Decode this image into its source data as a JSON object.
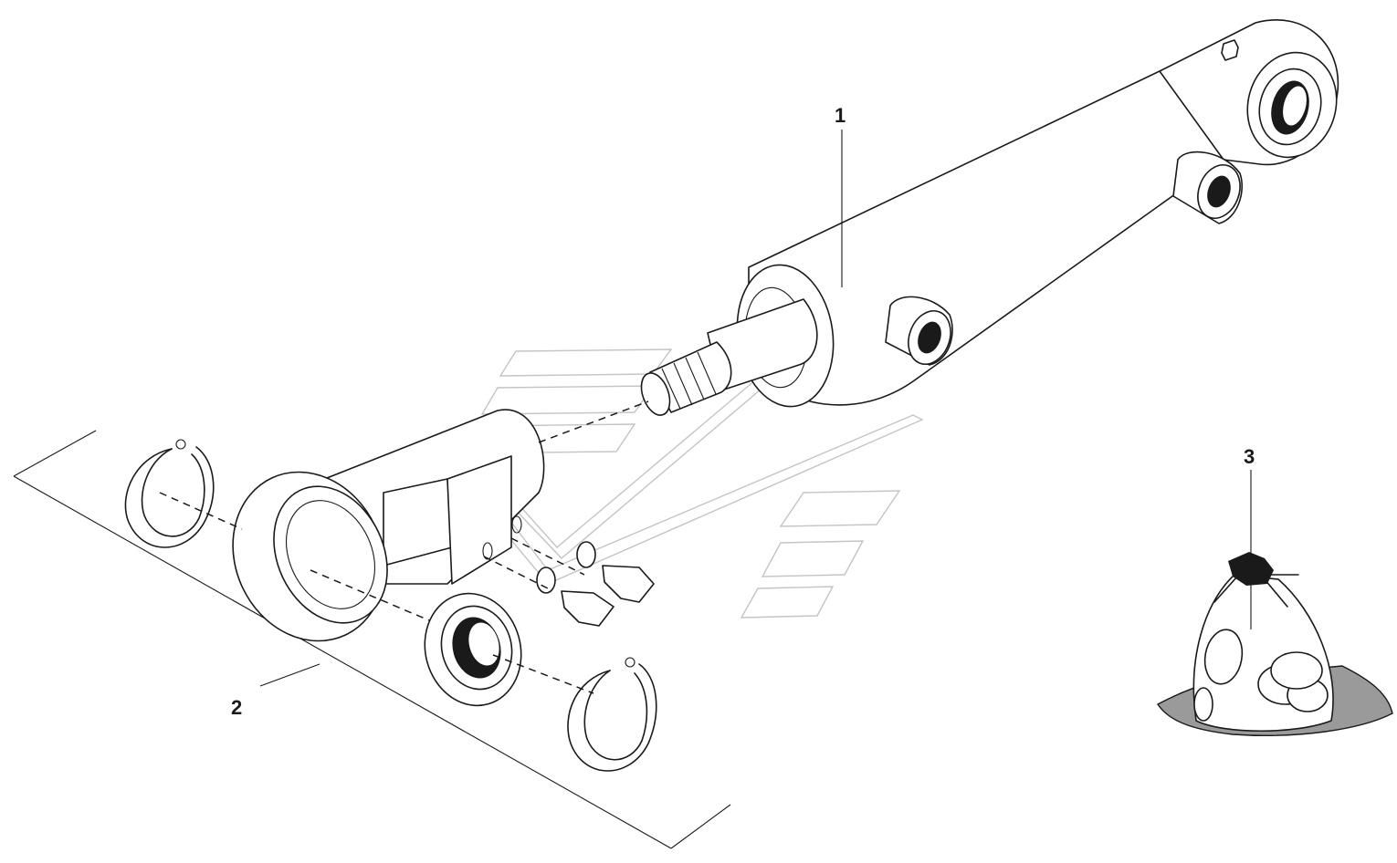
{
  "callouts": {
    "part_1": "1",
    "part_2": "2",
    "part_3": "3"
  },
  "colors": {
    "line": "#1a1a1a",
    "watermark": "#c4c4c4",
    "bag_mat": "#9a9a9a"
  }
}
